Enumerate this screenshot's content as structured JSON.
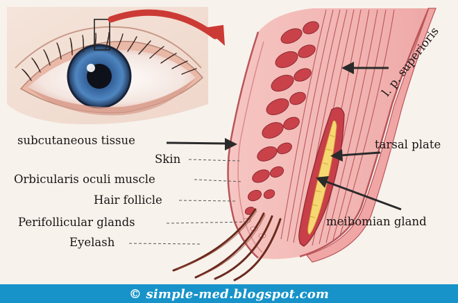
{
  "labels": {
    "subcutaneous": "subcutaneous tissue",
    "skin": "Skin",
    "orbicularis": "Orbicularis oculi muscle",
    "hair_follicle": "Hair follicle",
    "perifollicular": "Perifollicular glands",
    "eyelash": "Eyelash",
    "lps": "l. p. superioris",
    "tarsal": "tarsal plate",
    "meibomian": "meibomian gland"
  },
  "footer": {
    "text": "© simple-med.blogspot.com"
  },
  "colors": {
    "tissue_pink": "#f2b9b8",
    "muscle_red": "#c9424a",
    "gland_yellow": "#f6d873",
    "iris_blue": "#4777ae",
    "arrow_red": "#cc3a35",
    "footer_blue": "#1793c9"
  }
}
